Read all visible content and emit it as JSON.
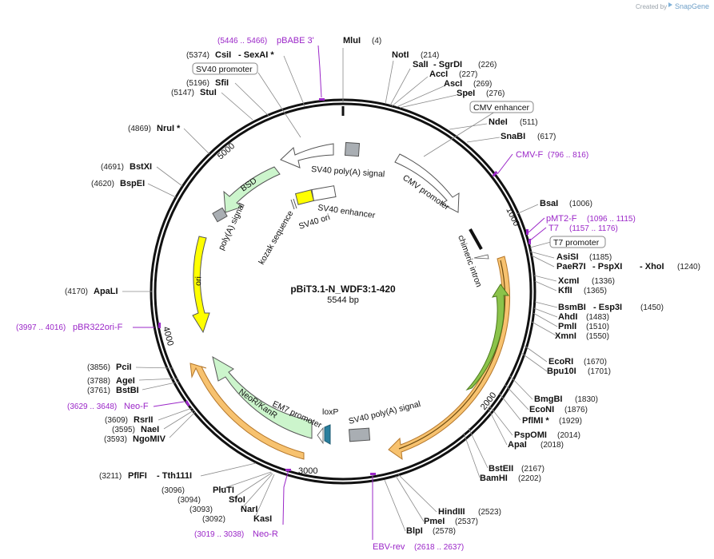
{
  "header": {
    "created_by": "Created by",
    "brand": "SnapGene"
  },
  "plasmid": {
    "name": "pBiT3.1-N_WDF3:1-420",
    "length_label": "5544 bp"
  },
  "ticks": [
    "1000",
    "2000",
    "3000",
    "4000",
    "5000"
  ],
  "sites": [
    {
      "name": "MluI",
      "pos": "(4)"
    },
    {
      "name": "NotI",
      "pos": "(214)"
    },
    {
      "name": "SalI",
      "name2": "SgrDI",
      "pos": "(226)"
    },
    {
      "name": "AccI",
      "pos": "(227)"
    },
    {
      "name": "AscI",
      "pos": "(269)"
    },
    {
      "name": "SpeI",
      "pos": "(276)"
    },
    {
      "name": "NdeI",
      "pos": "(511)"
    },
    {
      "name": "SnaBI",
      "pos": "(617)"
    },
    {
      "name": "BsaI",
      "pos": "(1006)"
    },
    {
      "name": "AsiSI",
      "pos": "(1185)"
    },
    {
      "name": "PaeR7I",
      "name2": "PspXI",
      "name3": "XhoI",
      "pos": "(1240)"
    },
    {
      "name": "XcmI",
      "pos": "(1336)"
    },
    {
      "name": "KflI",
      "pos": "(1365)"
    },
    {
      "name": "BsmBI",
      "name2": "Esp3I",
      "pos": "(1450)"
    },
    {
      "name": "AhdI",
      "pos": "(1483)"
    },
    {
      "name": "PmlI",
      "pos": "(1510)"
    },
    {
      "name": "XmnI",
      "pos": "(1550)"
    },
    {
      "name": "EcoRI",
      "pos": "(1670)"
    },
    {
      "name": "Bpu10I",
      "pos": "(1701)"
    },
    {
      "name": "BmgBI",
      "pos": "(1830)"
    },
    {
      "name": "EcoNI",
      "pos": "(1876)"
    },
    {
      "name": "PflMI *",
      "pos": "(1929)"
    },
    {
      "name": "PspOMI",
      "pos": "(2014)"
    },
    {
      "name": "ApaI",
      "pos": "(2018)"
    },
    {
      "name": "BstEII",
      "pos": "(2167)"
    },
    {
      "name": "BamHI",
      "pos": "(2202)"
    },
    {
      "name": "HindIII",
      "pos": "(2523)"
    },
    {
      "name": "PmeI",
      "pos": "(2537)"
    },
    {
      "name": "BlpI",
      "pos": "(2578)"
    },
    {
      "name": "KasI",
      "pos": "(3092)"
    },
    {
      "name": "NarI",
      "pos": "(3093)"
    },
    {
      "name": "SfoI",
      "pos": "(3094)"
    },
    {
      "name": "PluTI",
      "pos": "(3096)"
    },
    {
      "name": "PflFI",
      "name2": "Tth111I",
      "pos": "(3211)"
    },
    {
      "name": "NgoMIV",
      "pos": "(3593)"
    },
    {
      "name": "NaeI",
      "pos": "(3595)"
    },
    {
      "name": "RsrII",
      "pos": "(3609)"
    },
    {
      "name": "BstBI",
      "pos": "(3761)"
    },
    {
      "name": "AgeI",
      "pos": "(3788)"
    },
    {
      "name": "PciI",
      "pos": "(3856)"
    },
    {
      "name": "ApaLI",
      "pos": "(4170)"
    },
    {
      "name": "BspEI",
      "pos": "(4620)"
    },
    {
      "name": "BstXI",
      "pos": "(4691)"
    },
    {
      "name": "NruI *",
      "pos": "(4869)"
    },
    {
      "name": "StuI",
      "pos": "(5147)"
    },
    {
      "name": "SfiI",
      "pos": "(5196)"
    },
    {
      "name": "CsiI",
      "name2": "SexAI *",
      "pos": "(5374)"
    }
  ],
  "primers": [
    {
      "name": "pBABE 3'",
      "pos": "(5446 .. 5466)"
    },
    {
      "name": "CMV-F",
      "pos": "(796 .. 816)"
    },
    {
      "name": "pMT2-F",
      "pos": "(1096 .. 1115)"
    },
    {
      "name": "T7",
      "pos": "(1157 .. 1176)"
    },
    {
      "name": "pBR322ori-F",
      "pos": "(3997 .. 4016)"
    },
    {
      "name": "Neo-F",
      "pos": "(3629 .. 3648)"
    },
    {
      "name": "Neo-R",
      "pos": "(3019 .. 3038)"
    },
    {
      "name": "EBV-rev",
      "pos": "(2618 .. 2637)"
    }
  ],
  "boxed_labels": [
    "SV40 promoter",
    "CMV enhancer",
    "T7 promoter"
  ],
  "features": {
    "sv40_polya_top": "SV40 poly(A) signal",
    "cmv_promoter": "CMV promoter",
    "chimeric_intron": "chimeric intron",
    "bsd": "BSD",
    "polya_signal": "poly(A) signal",
    "ori": "ori",
    "sv40_enhancer": "SV40 enhancer",
    "sv40_ori": "SV40 ori",
    "kozak": "kozak sequence",
    "neor": "NeoR/KanR",
    "em7": "EM7 promoter",
    "loxp": "loxP",
    "sv40_polya_bottom": "SV40 poly(A) signal"
  },
  "colors": {
    "primer": "#9b27c8",
    "feature_green": "#ccf5cc",
    "feature_yellow": "#ffff00",
    "feature_gray": "#a9aeb3",
    "feature_white": "#ffffff",
    "orf_orange": "#f7c26f",
    "orf_green": "#8bc34a",
    "loxp_teal": "#2a7f9e"
  }
}
